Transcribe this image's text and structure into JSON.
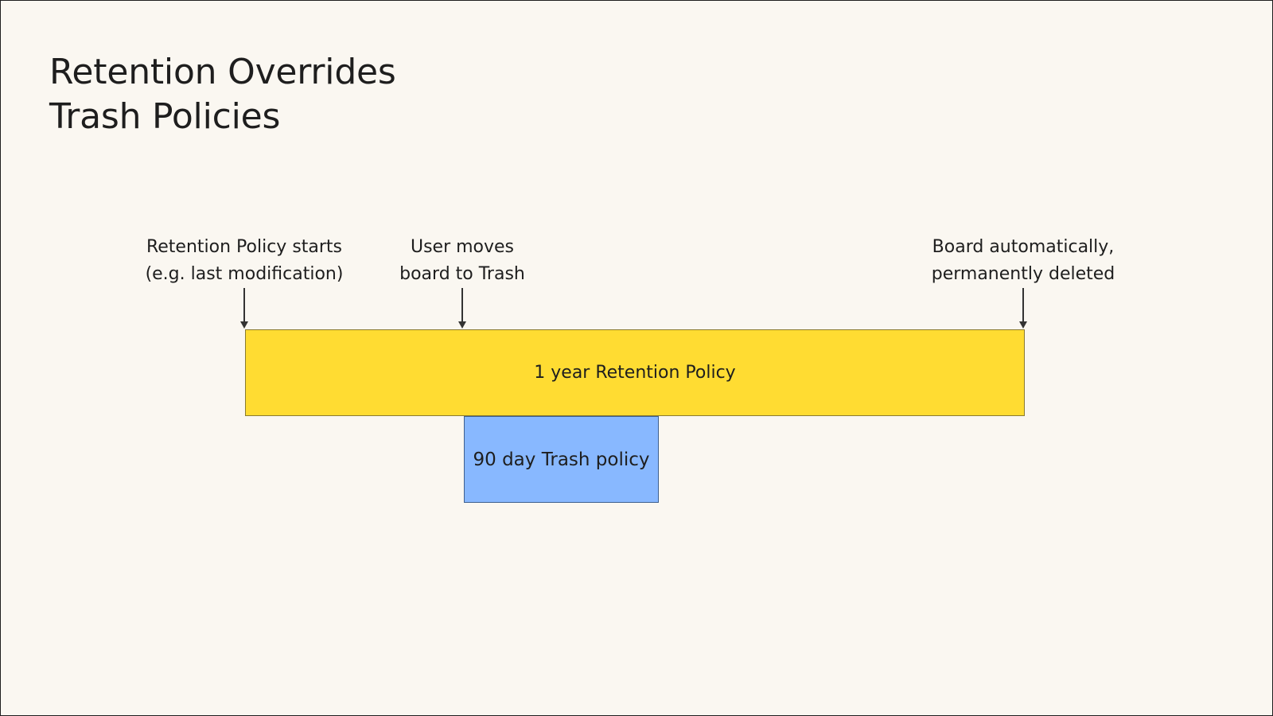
{
  "slide": {
    "title_line1": "Retention Overrides",
    "title_line2": "Trash Policies"
  },
  "diagram": {
    "events": {
      "start": {
        "line1": "Retention Policy starts",
        "line2": "(e.g. last modification)"
      },
      "trash": {
        "line1": "User moves",
        "line2": "board to Trash"
      },
      "end": {
        "line1": "Board automatically,",
        "line2": "permanently deleted"
      }
    },
    "retention_bar": {
      "label": "1 year Retention Policy",
      "color": "#ffdc32"
    },
    "trash_bar": {
      "label": "90 day Trash policy",
      "color": "#88b8ff"
    },
    "arrow_color": "#333333",
    "background_color": "#faf7f1"
  }
}
